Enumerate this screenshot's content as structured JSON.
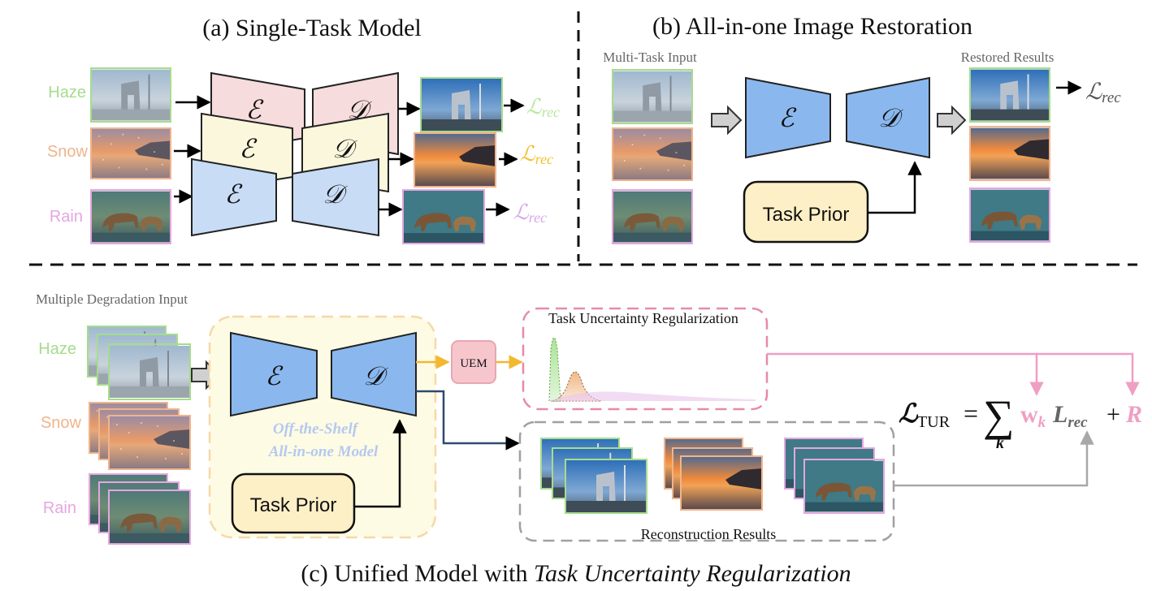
{
  "panel_a": {
    "title": "(a) Single-Task Model",
    "rows": [
      {
        "label": "Haze",
        "color": "#a6dc8c",
        "enc": "ℰ",
        "dec": "𝒟",
        "loss": "ℒrec",
        "loss_color": "#b9e6a0"
      },
      {
        "label": "Snow",
        "color": "#f0b48c",
        "enc": "ℰ",
        "dec": "𝒟",
        "loss": "ℒrec",
        "loss_color": "#f2c230"
      },
      {
        "label": "Rain",
        "color": "#e6a6e0",
        "enc": "ℰ",
        "dec": "𝒟",
        "loss": "ℒrec",
        "loss_color": "#d8a8e8"
      }
    ]
  },
  "panel_b": {
    "title": "(b) All-in-one Image Restoration",
    "input_label": "Multi-Task Input",
    "output_label": "Restored Results",
    "enc": "ℰ",
    "dec": "𝒟",
    "loss": "ℒrec",
    "task_prior": "Task Prior"
  },
  "panel_c": {
    "input_label": "Multiple Degradation Input",
    "labels": [
      {
        "text": "Haze",
        "color": "#a6dc8c"
      },
      {
        "text": "Snow",
        "color": "#f0b48c"
      },
      {
        "text": "Rain",
        "color": "#e6a6e0"
      }
    ],
    "enc": "ℰ",
    "dec": "𝒟",
    "model_caption_line1": "Off-the-Shelf",
    "model_caption_line2": "All-in-one Model",
    "task_prior": "Task Prior",
    "uem": "UEM",
    "tur_title": "Task Uncertainty Regularization",
    "recon_label": "Reconstruction Results",
    "formula": {
      "lhs": "ℒ",
      "lhs_sub": "TUR",
      "equals": "=",
      "sum": "∑",
      "sum_sub": "k",
      "w": "w",
      "w_sub": "k",
      "l": "L",
      "l_sub": "rec",
      "plus": "+",
      "r": "R"
    },
    "caption_prefix": "(c) Unified Model with ",
    "caption_italic": "Task Uncertainty Regularization"
  },
  "colors": {
    "encoder_blue": "#8ab8ee",
    "encoder_blue_light": "#c9dcf6",
    "pink_block": "#f6dcdc",
    "yellow_block": "#fbf7dc",
    "prior_fill": "#fdefc6",
    "model_bg": "#fefbe4",
    "model_border": "#f5d9a8",
    "pink_dash": "#e78aa8",
    "grey_dash": "#a0a0a0",
    "uem_fill": "#f6c6cc",
    "uem_border": "#e8a6b4",
    "gold_arrow": "#f2b830",
    "pink_arrow": "#f09ec4"
  }
}
